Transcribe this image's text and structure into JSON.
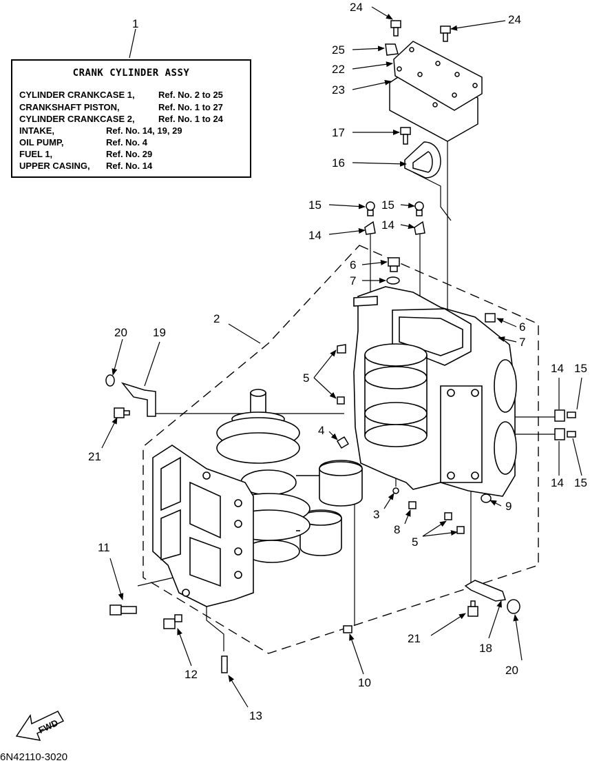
{
  "title_box": {
    "ref_number": "1",
    "heading": "CRANK CYLINDER ASSY",
    "rows": [
      {
        "name": "CYLINDER CRANKCASE 1,",
        "ref": "Ref. No. 2 to 25"
      },
      {
        "name": "CRANKSHAFT PISTON,",
        "ref": "Ref. No. 1 to 27"
      },
      {
        "name": "CYLINDER CRANKCASE 2,",
        "ref": "Ref. No. 1 to 24"
      },
      {
        "name": "INTAKE,",
        "ref": "Ref. No. 14, 19, 29"
      },
      {
        "name": "OIL PUMP,",
        "ref": "Ref. No. 4"
      },
      {
        "name": "FUEL 1,",
        "ref": "Ref. No. 29"
      },
      {
        "name": "UPPER CASING,",
        "ref": "Ref. No. 14"
      }
    ]
  },
  "callouts": {
    "c24a": "24",
    "c24b": "24",
    "c25": "25",
    "c22": "22",
    "c23": "23",
    "c17": "17",
    "c16": "16",
    "c15a": "15",
    "c15b": "15",
    "c14a": "14",
    "c14b": "14",
    "c6a": "6",
    "c7a": "7",
    "c6b": "6",
    "c7b": "7",
    "c2": "2",
    "c20a": "20",
    "c19": "19",
    "c5a": "5",
    "c21a": "21",
    "c4": "4",
    "c14c": "14",
    "c15c": "15",
    "c14d": "14",
    "c15d": "15",
    "c3": "3",
    "c8": "8",
    "c9": "9",
    "c5b": "5",
    "c11": "11",
    "c21b": "21",
    "c18": "18",
    "c20b": "20",
    "c12": "12",
    "c10": "10",
    "c13": "13"
  },
  "fwd_label": "FWD",
  "drawing_code": "6N42110-3020"
}
